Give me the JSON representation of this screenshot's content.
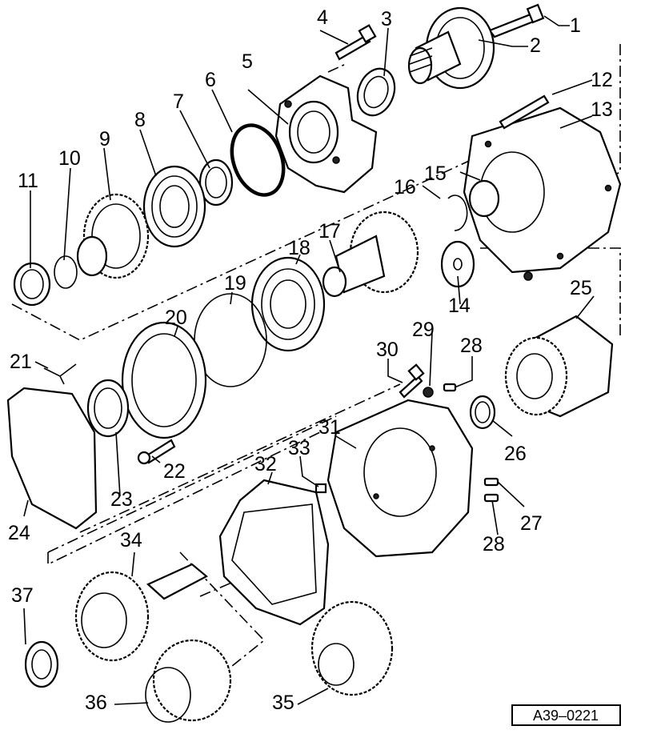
{
  "diagram": {
    "reference": "A39–0221",
    "callouts": [
      {
        "n": "1"
      },
      {
        "n": "2"
      },
      {
        "n": "3"
      },
      {
        "n": "4"
      },
      {
        "n": "5"
      },
      {
        "n": "6"
      },
      {
        "n": "7"
      },
      {
        "n": "8"
      },
      {
        "n": "9"
      },
      {
        "n": "10"
      },
      {
        "n": "11"
      },
      {
        "n": "12"
      },
      {
        "n": "13"
      },
      {
        "n": "14"
      },
      {
        "n": "15"
      },
      {
        "n": "16"
      },
      {
        "n": "17"
      },
      {
        "n": "18"
      },
      {
        "n": "19"
      },
      {
        "n": "20"
      },
      {
        "n": "21"
      },
      {
        "n": "22"
      },
      {
        "n": "23"
      },
      {
        "n": "24"
      },
      {
        "n": "25"
      },
      {
        "n": "26"
      },
      {
        "n": "27"
      },
      {
        "n": "28"
      },
      {
        "n": "28"
      },
      {
        "n": "29"
      },
      {
        "n": "30"
      },
      {
        "n": "31"
      },
      {
        "n": "32"
      },
      {
        "n": "33"
      },
      {
        "n": "34"
      },
      {
        "n": "35"
      },
      {
        "n": "36"
      },
      {
        "n": "37"
      }
    ]
  }
}
